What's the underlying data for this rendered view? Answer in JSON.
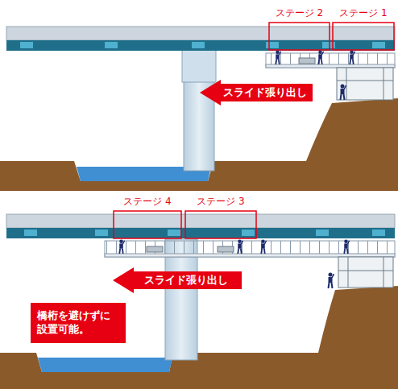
{
  "diagram": {
    "nodes": [
      {
        "text": [
          "ステージ 2"
        ]
      },
      {
        "text": [
          "ステージ 1"
        ]
      },
      {
        "text": [
          "スライド張り出し"
        ]
      },
      {
        "text": [
          "ステージ 4"
        ]
      },
      {
        "text": [
          "ステージ 3"
        ]
      },
      {
        "text": [
          "スライド張り出し"
        ]
      },
      {
        "text": [
          "橋桁を避けずに 設置可能。"
        ]
      }
    ]
  }
}
